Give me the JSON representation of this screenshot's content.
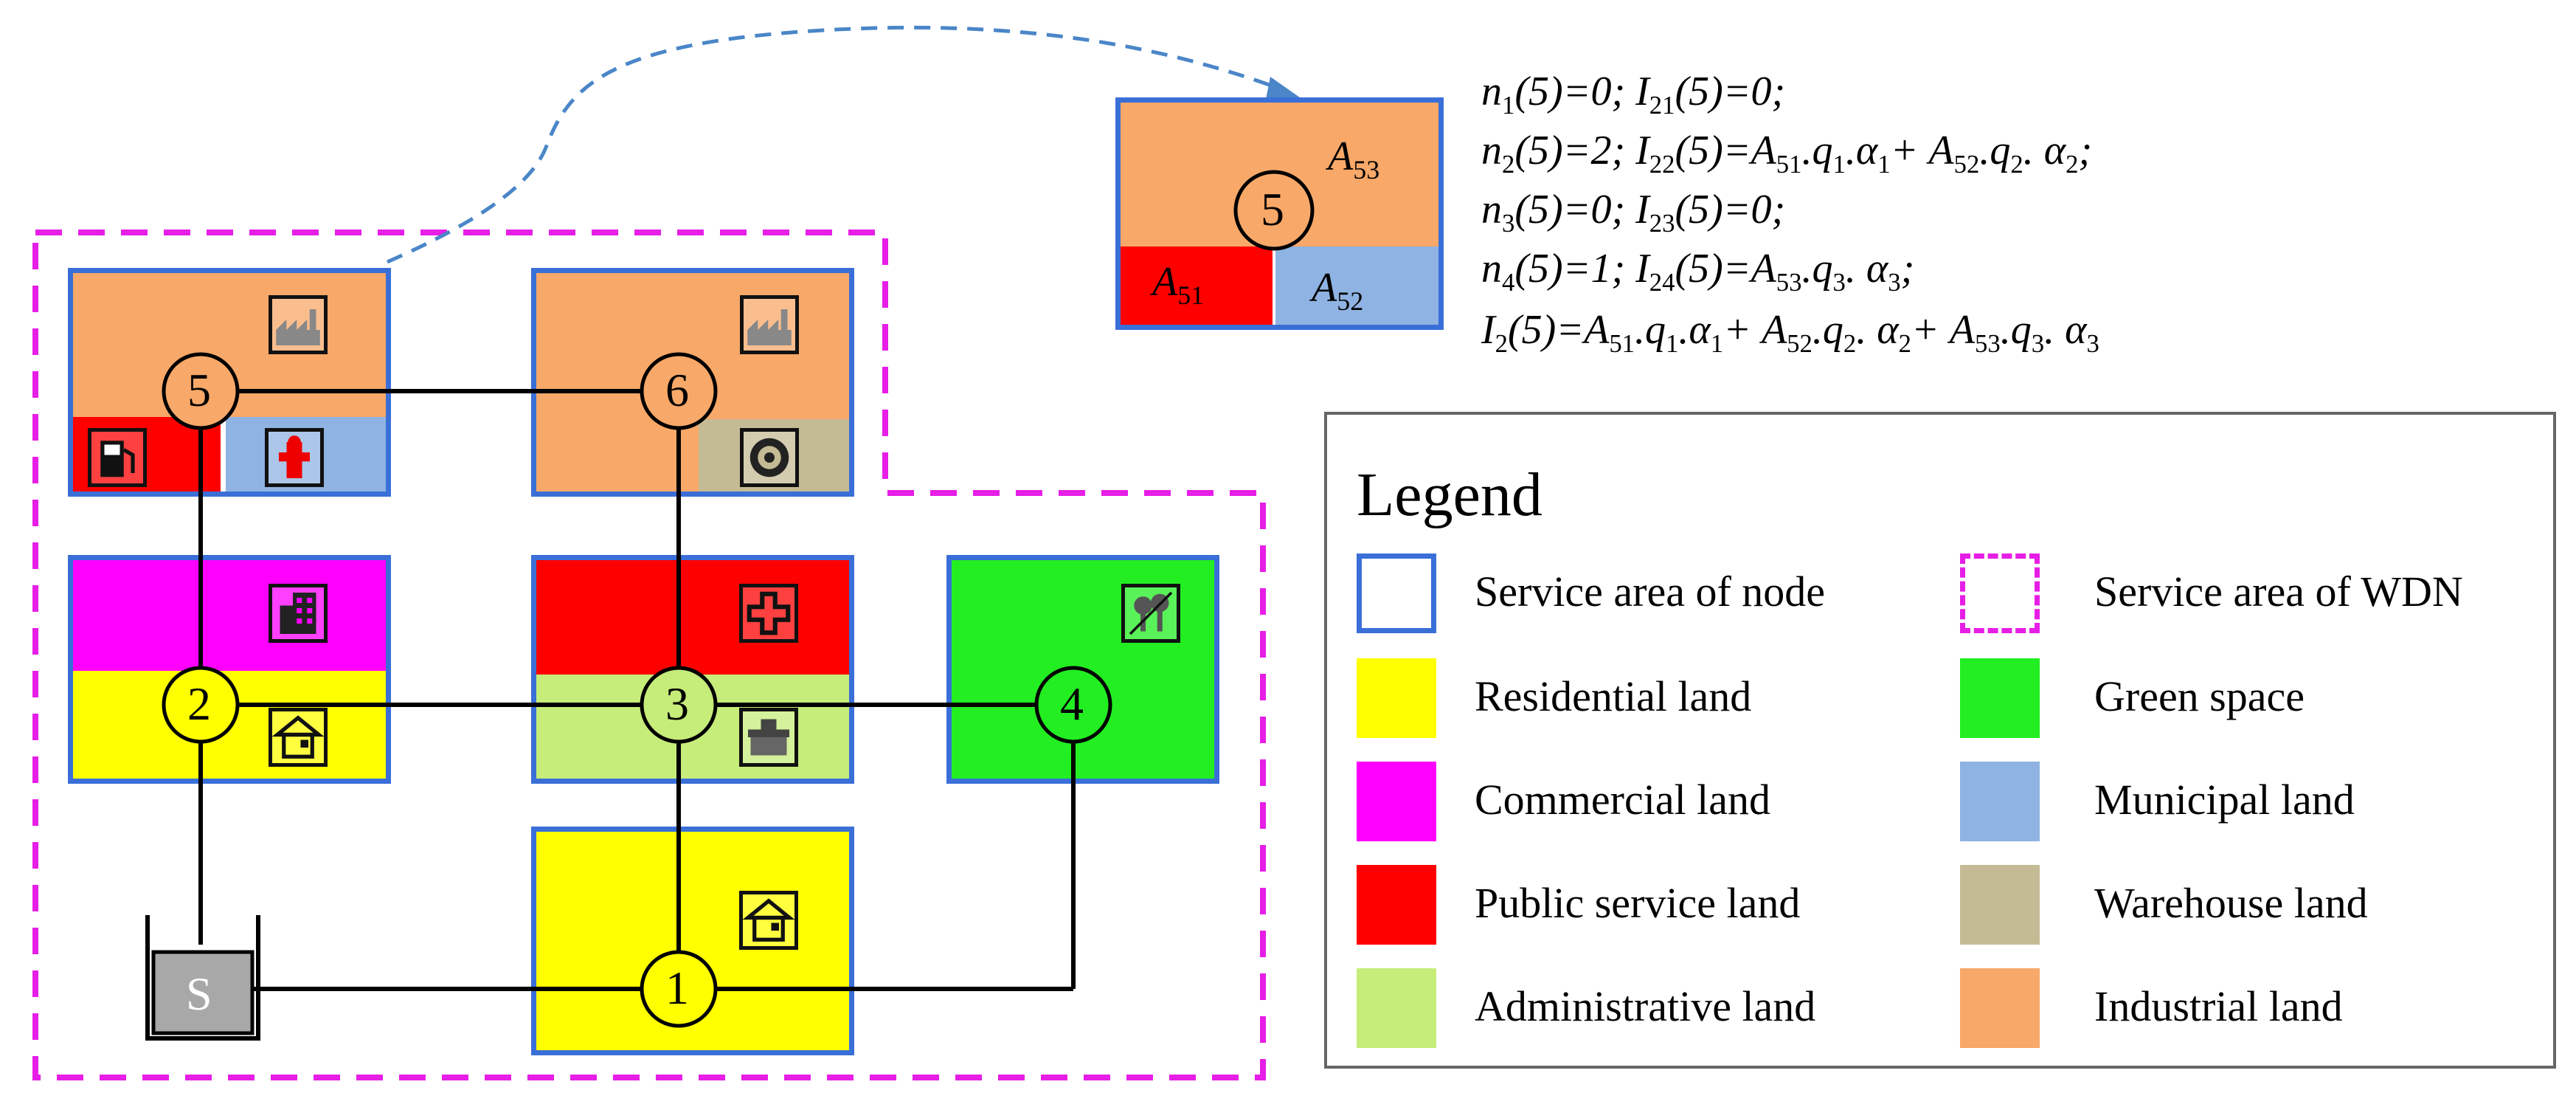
{
  "nodes": [
    "1",
    "2",
    "3",
    "4",
    "5",
    "6"
  ],
  "source_label": "S",
  "inset": {
    "node": "5",
    "labels": {
      "a53": "A53",
      "a51": "A51",
      "a52": "A52"
    }
  },
  "formulas": [
    "n1(5)=0; I21(5)=0;",
    "n2(5)=2; I22(5)=A51.q1.α1+ A52.q2. α2;",
    "n3(5)=0; I23(5)=0;",
    "n4(5)=1; I24(5)=A53.q3. α3;",
    "I2(5)=A51.q1.α1+ A52.q2. α2+ A53.q3. α3"
  ],
  "legend": {
    "title": "Legend",
    "items": [
      {
        "label": "Service area of node",
        "kind": "node-area"
      },
      {
        "label": "Residential land",
        "color": "#ffff00"
      },
      {
        "label": "Commercial land",
        "color": "#ff00ff"
      },
      {
        "label": "Public service land",
        "color": "#ff0000"
      },
      {
        "label": "Administrative land",
        "color": "#c6ec7a"
      },
      {
        "label": "Service area of WDN",
        "kind": "wdn-area"
      },
      {
        "label": "Green space",
        "color": "#22ee22"
      },
      {
        "label": "Municipal land",
        "color": "#8fb3e2"
      },
      {
        "label": "Warehouse land",
        "color": "#c4bb95"
      },
      {
        "label": "Industrial land",
        "color": "#f8a868"
      }
    ]
  },
  "colors": {
    "node_area_border": "#3a6fd8",
    "wdn_border": "#e61ee6",
    "pipe": "#000000",
    "node_fill": "#ffff00",
    "node3_fill": "#c6ec7a",
    "node4_fill": "#22ee22",
    "node56_fill": "#f8a868",
    "source_fill": "#a8a8a8",
    "arrow": "#4a86c8"
  },
  "icons": [
    "factory-icon",
    "fuel-icon",
    "hydrant-icon",
    "radiation-icon",
    "building-icon",
    "hospital-icon",
    "house-icon",
    "government-icon",
    "park-icon"
  ]
}
